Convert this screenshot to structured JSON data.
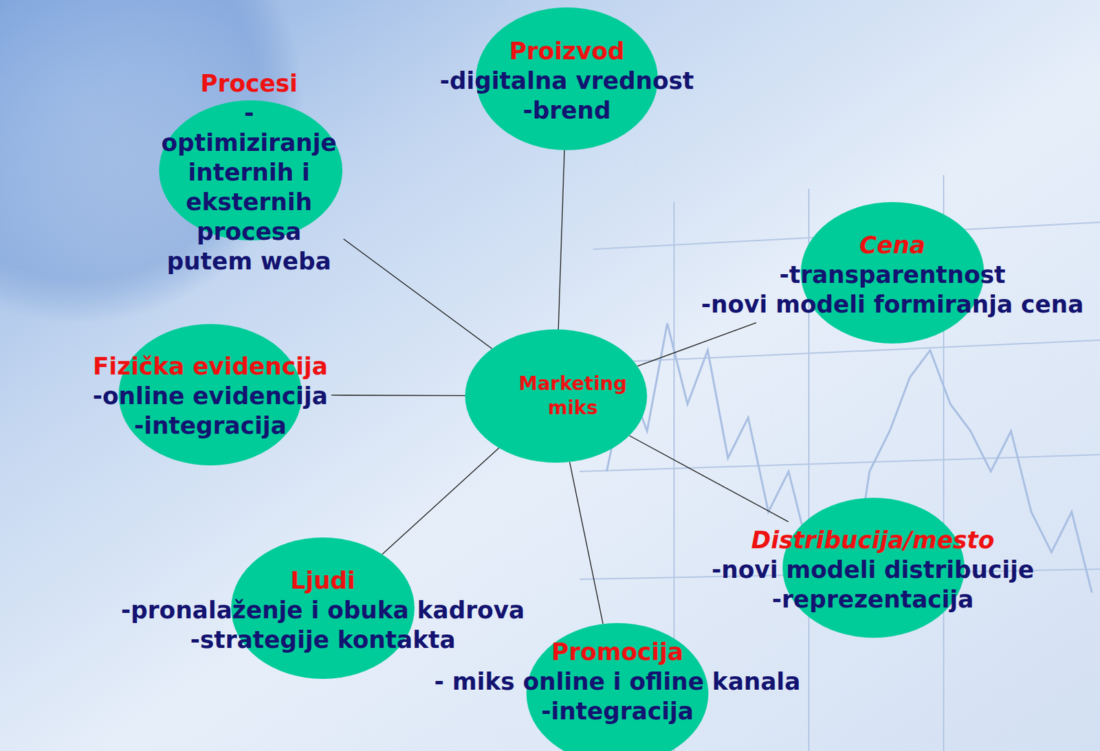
{
  "diagram": {
    "nodes": [
      {
        "text": [
          "Proizvod",
          "-digitalna vrednost",
          "-brend"
        ]
      },
      {
        "text": [
          "Procesi",
          "-optimiziranje internih i eksternih procesa putem weba"
        ]
      },
      {
        "text": [
          "Cena",
          "-transparentnost",
          "-novi modeli formiranja cena"
        ]
      },
      {
        "text": [
          "Fizička evidencija",
          "-online evidencija",
          "-integracija"
        ]
      },
      {
        "text": [
          "Marketing miks"
        ]
      },
      {
        "text": [
          "Distribucija/mesto",
          "-novi modeli distribucije",
          "-reprezentacija"
        ]
      },
      {
        "text": [
          "Ljudi",
          "-pronalaženje i obuka kadrova",
          "-strategije kontakta"
        ]
      },
      {
        "text": [
          "Promocija",
          "- miks online i ofline kanala",
          "-integracija"
        ]
      }
    ],
    "edges": [
      {
        "from": 4,
        "to": 0,
        "arrow": "none"
      },
      {
        "from": 4,
        "to": 2,
        "arrow": "none"
      },
      {
        "from": 4,
        "to": 5,
        "arrow": "none"
      },
      {
        "from": 4,
        "to": 7,
        "arrow": "none"
      },
      {
        "from": 4,
        "to": 6,
        "arrow": "none"
      },
      {
        "from": 4,
        "to": 3,
        "arrow": "none"
      },
      {
        "from": 4,
        "to": 1,
        "arrow": "none"
      }
    ]
  }
}
